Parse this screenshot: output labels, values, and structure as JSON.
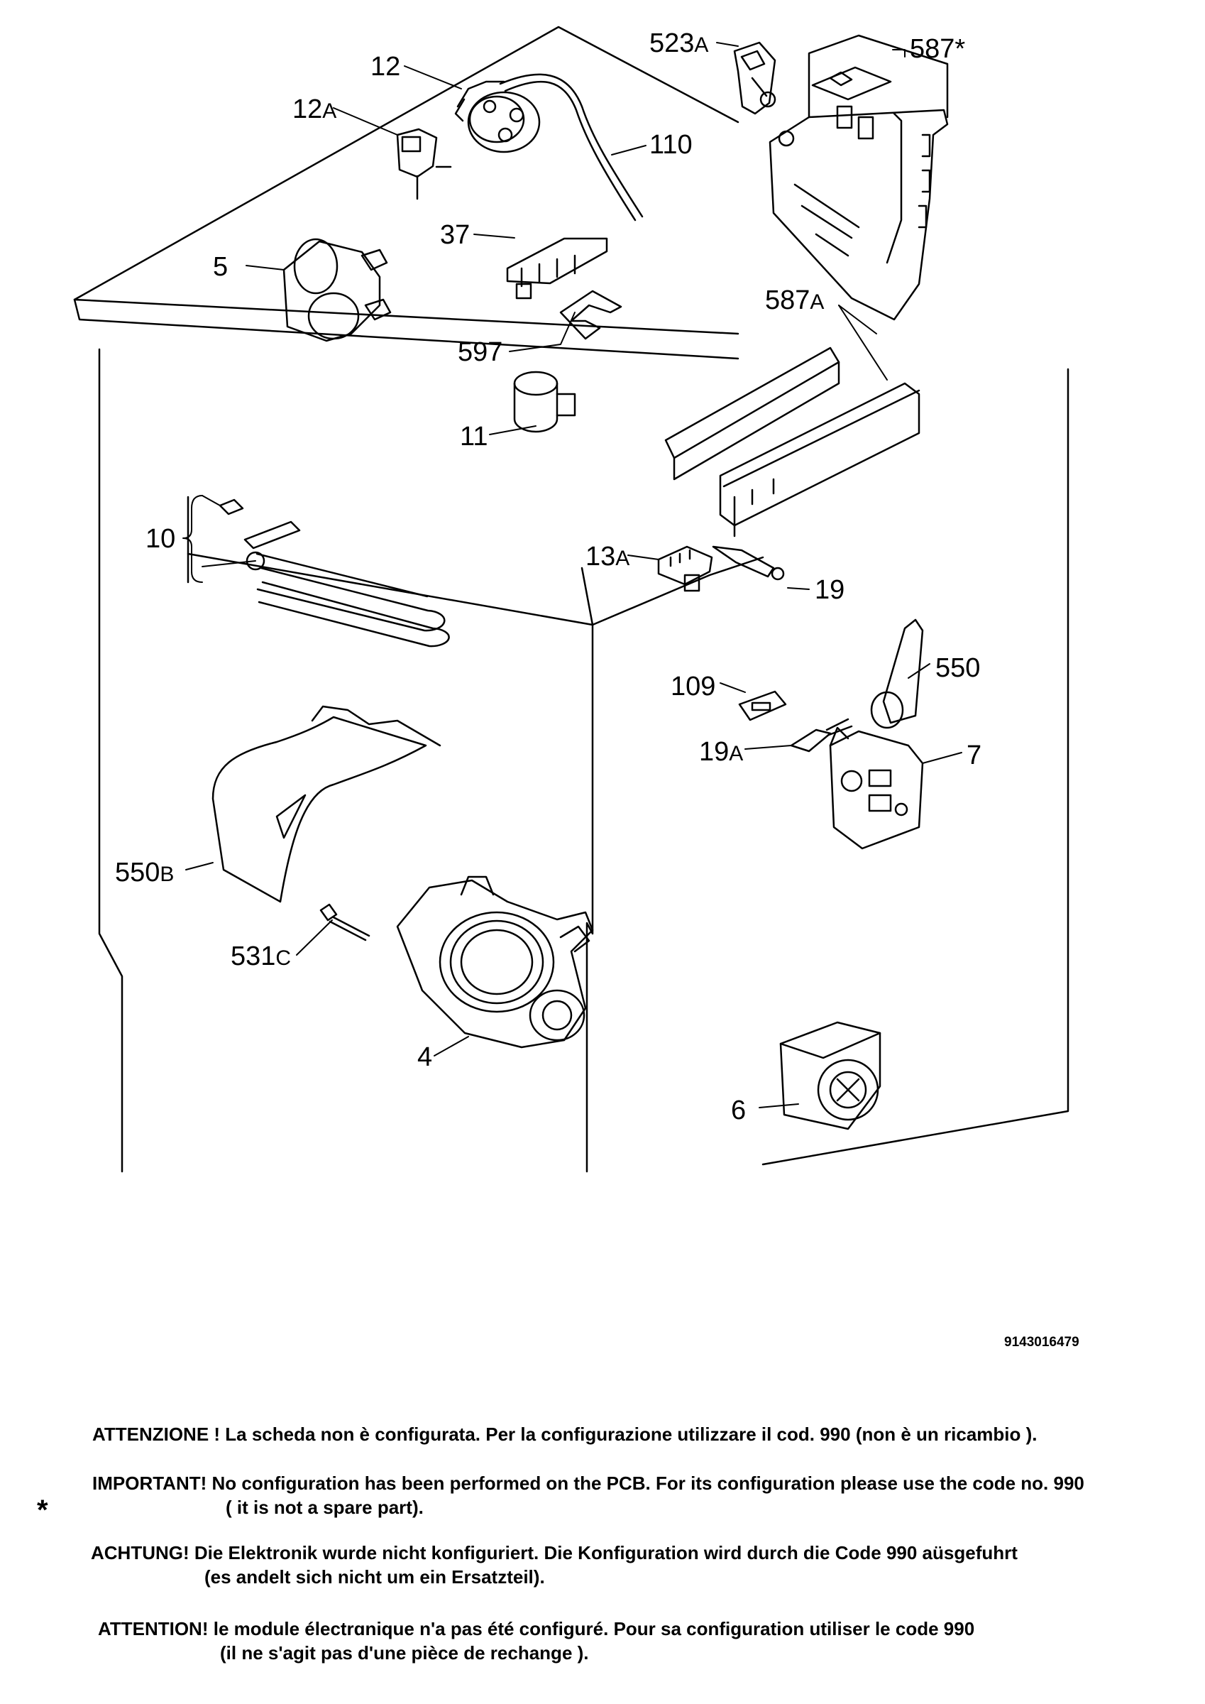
{
  "doc_id": "9143016479",
  "parts": [
    {
      "id": "523",
      "suffix": "A"
    },
    {
      "id": "587",
      "suffix": "*"
    },
    {
      "id": "12",
      "suffix": ""
    },
    {
      "id": "12",
      "suffix": "A"
    },
    {
      "id": "110",
      "suffix": ""
    },
    {
      "id": "37",
      "suffix": ""
    },
    {
      "id": "5",
      "suffix": ""
    },
    {
      "id": "587",
      "suffix": "A"
    },
    {
      "id": "597",
      "suffix": ""
    },
    {
      "id": "11",
      "suffix": ""
    },
    {
      "id": "10",
      "suffix": ""
    },
    {
      "id": "13",
      "suffix": "A"
    },
    {
      "id": "19",
      "suffix": ""
    },
    {
      "id": "109",
      "suffix": ""
    },
    {
      "id": "550",
      "suffix": ""
    },
    {
      "id": "19",
      "suffix": "A"
    },
    {
      "id": "7",
      "suffix": ""
    },
    {
      "id": "550",
      "suffix": "B"
    },
    {
      "id": "531",
      "suffix": "C"
    },
    {
      "id": "4",
      "suffix": ""
    },
    {
      "id": "6",
      "suffix": ""
    }
  ],
  "notes": {
    "it": "ATTENZIONE ! La scheda non è  configurata. Per la configurazione utilizzare il cod. 990 (non è un ricambio ).",
    "en_1": "IMPORTANT! No configuration has been performed on the PCB. For its configuration please use the code no. 990",
    "en_2": "( it is not a spare part).",
    "de_marker": "*",
    "de_1": "ACHTUNG! Die Elektronik wurde nicht konfiguriert. Die Konfiguration wird durch die Code 990 aüsgefuhrt",
    "de_2": "(es andelt sich nicht um ein Ersatzteil).",
    "fr_1": "ATTENTION! le module électrɑnique n'a pas été configuré. Pour  sa configuration utiliser le code 990",
    "fr_2": "(il ne s'agit pas d'une pièce de rechange )."
  }
}
